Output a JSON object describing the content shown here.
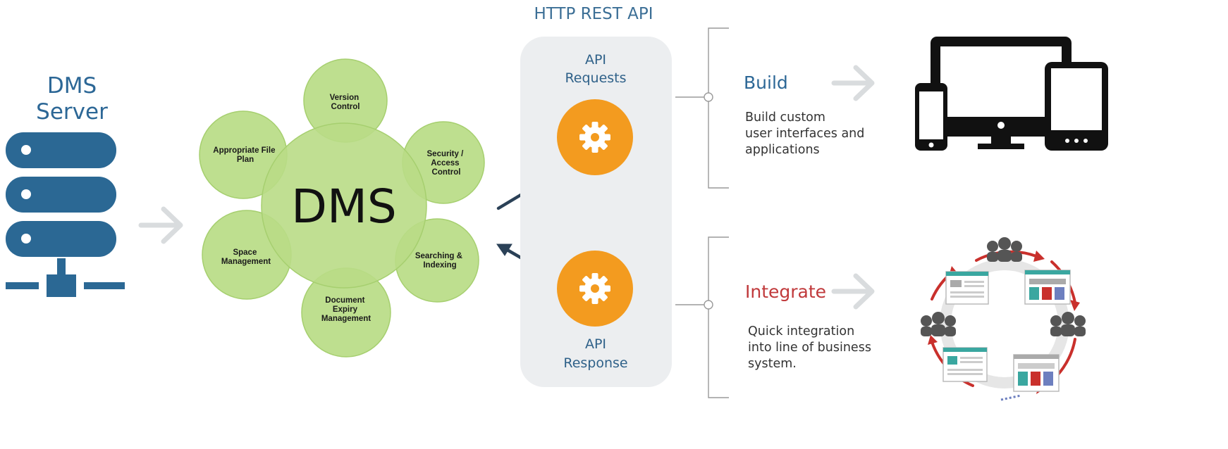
{
  "server": {
    "label_line1": "DMS",
    "label_line2": "Server"
  },
  "dms": {
    "center_label": "DMS",
    "petals": [
      {
        "lines": [
          "Version",
          "Control"
        ]
      },
      {
        "lines": [
          "Security /",
          "Access",
          "Control"
        ]
      },
      {
        "lines": [
          "Searching &",
          "Indexing"
        ]
      },
      {
        "lines": [
          "Document",
          "Expiry",
          "Management"
        ]
      },
      {
        "lines": [
          "Space",
          "Management"
        ]
      },
      {
        "lines": [
          "Appropriate File",
          "Plan"
        ]
      }
    ]
  },
  "api": {
    "title": "HTTP REST API",
    "requests_line1": "API",
    "requests_line2": "Requests",
    "response_line1": "API",
    "response_line2": "Response"
  },
  "build": {
    "heading": "Build",
    "desc_lines": [
      "Build custom",
      "user interfaces and",
      "applications"
    ]
  },
  "integrate": {
    "heading": "Integrate",
    "desc_lines": [
      "Quick integration",
      "into line of business",
      "system."
    ]
  },
  "colors": {
    "server_blue": "#2b6894",
    "petal_green": "#b9dc86",
    "petal_stroke": "#a6cf6f",
    "gear_orange": "#f39b1f",
    "api_panel": "#eceef0",
    "build_blue": "#2c6796",
    "integrate_red": "#c0393b",
    "arrow_gray": "#d9dcde",
    "arrow_navy": "#2b4157"
  },
  "icons": [
    "server-rack-icon",
    "gear-icon",
    "devices-icon",
    "integration-cycle-icon",
    "arrow-right-icon"
  ]
}
